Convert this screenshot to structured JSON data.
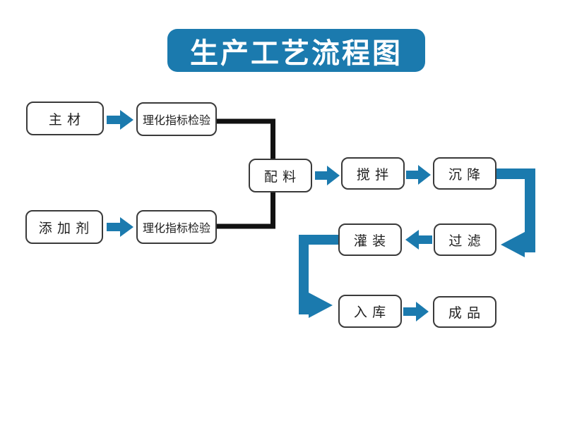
{
  "title": "生产工艺流程图",
  "colors": {
    "accent": "#1b7aae",
    "connector_line": "#111111",
    "node_border": "#3a3a3a",
    "node_text": "#1f1f1f",
    "background": "#ffffff",
    "title_text": "#ffffff"
  },
  "nodes": {
    "main_material": "主 材",
    "inspection_top": "理化指标检验",
    "additive": "添 加 剂",
    "inspection_bottom": "理化指标检验",
    "batching": "配 料",
    "stirring": "搅 拌",
    "settling": "沉 降",
    "filtering": "过 滤",
    "filling": "灌 装",
    "warehousing": "入 库",
    "finished_product": "成 品"
  },
  "edges": [
    {
      "from": "main_material",
      "to": "inspection_top",
      "style": "block-arrow"
    },
    {
      "from": "additive",
      "to": "inspection_bottom",
      "style": "block-arrow"
    },
    {
      "from": "inspection_top",
      "to": "batching",
      "style": "elbow-line"
    },
    {
      "from": "inspection_bottom",
      "to": "batching",
      "style": "elbow-line"
    },
    {
      "from": "batching",
      "to": "stirring",
      "style": "block-arrow"
    },
    {
      "from": "stirring",
      "to": "settling",
      "style": "block-arrow"
    },
    {
      "from": "settling",
      "to": "filtering",
      "style": "thick-elbow-arrow"
    },
    {
      "from": "filtering",
      "to": "filling",
      "style": "block-arrow"
    },
    {
      "from": "filling",
      "to": "warehousing",
      "style": "thick-elbow-arrow"
    },
    {
      "from": "warehousing",
      "to": "finished_product",
      "style": "block-arrow"
    }
  ]
}
